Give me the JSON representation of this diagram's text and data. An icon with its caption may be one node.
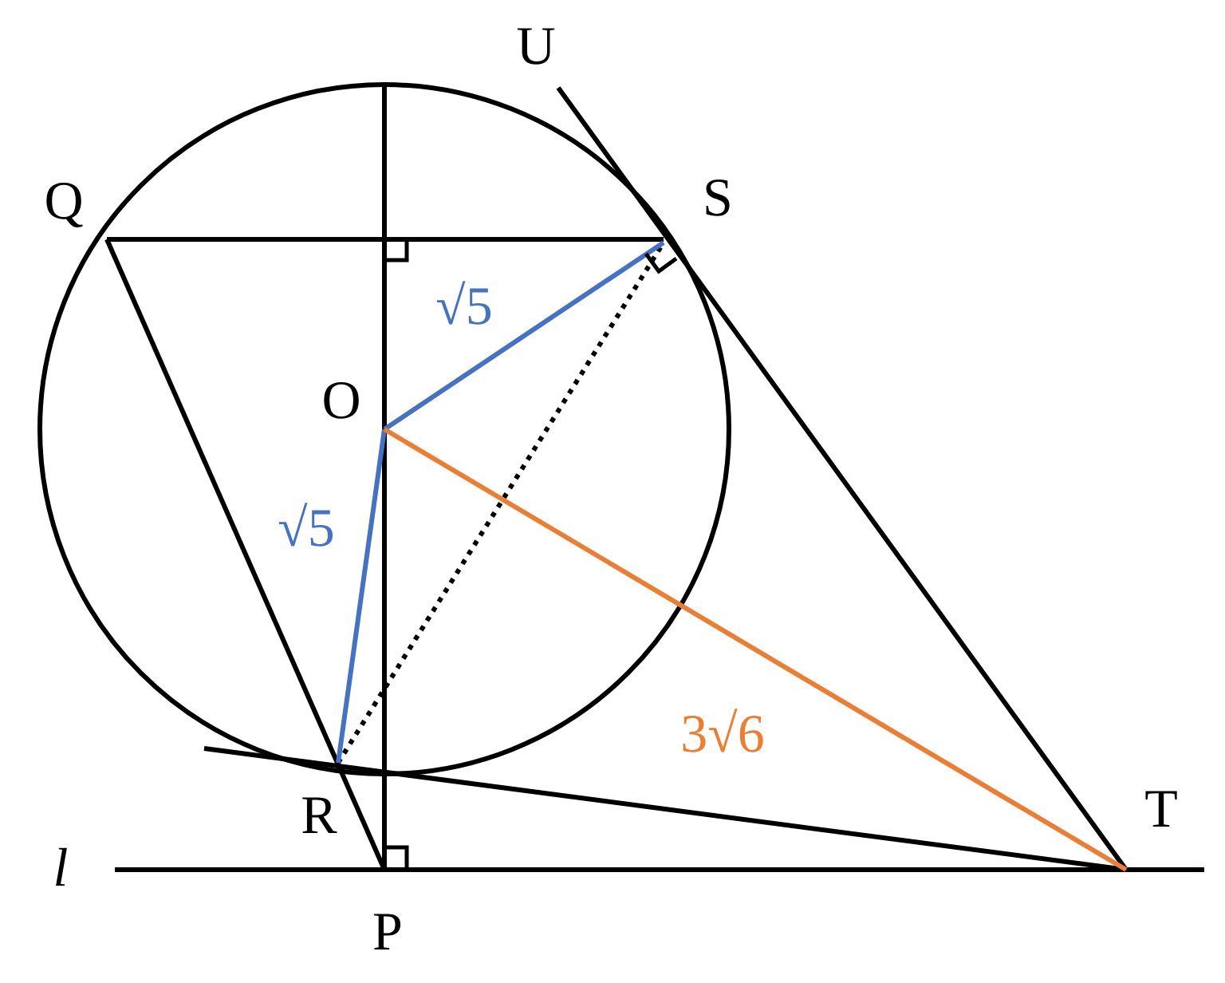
{
  "diagram": {
    "labels": [
      "U",
      "Q",
      "S",
      "√5",
      "O",
      "√5",
      "3√6",
      "R",
      "T",
      "l",
      "P"
    ]
  }
}
